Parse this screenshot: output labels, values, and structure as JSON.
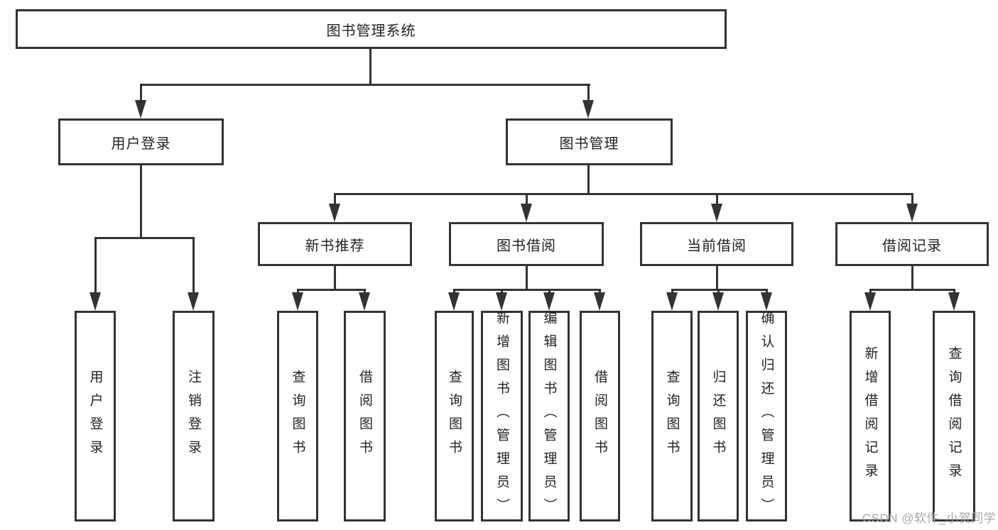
{
  "tree": {
    "title": "图书管理系统",
    "branches": [
      {
        "label": "用户登录",
        "children": [
          "用户登录",
          "注销登录"
        ]
      },
      {
        "label": "图书管理",
        "sections": [
          {
            "label": "新书推荐",
            "children": [
              "查询图书",
              "借阅图书"
            ]
          },
          {
            "label": "图书借阅",
            "children": [
              "查询图书",
              "新增图书（管理员）",
              "编辑图书（管理员）",
              "借阅图书"
            ]
          },
          {
            "label": "当前借阅",
            "children": [
              "查询图书",
              "归还图书",
              "确认归还（管理员）"
            ]
          },
          {
            "label": "借阅记录",
            "children": [
              "新增借阅记录",
              "查询借阅记录"
            ]
          }
        ]
      }
    ]
  },
  "watermark": {
    "text": "CSDN @软件_小贺同学"
  },
  "colors": {
    "line": "#333333",
    "text": "#222222",
    "watermark": "#a8a8a8",
    "background": "#ffffff"
  }
}
